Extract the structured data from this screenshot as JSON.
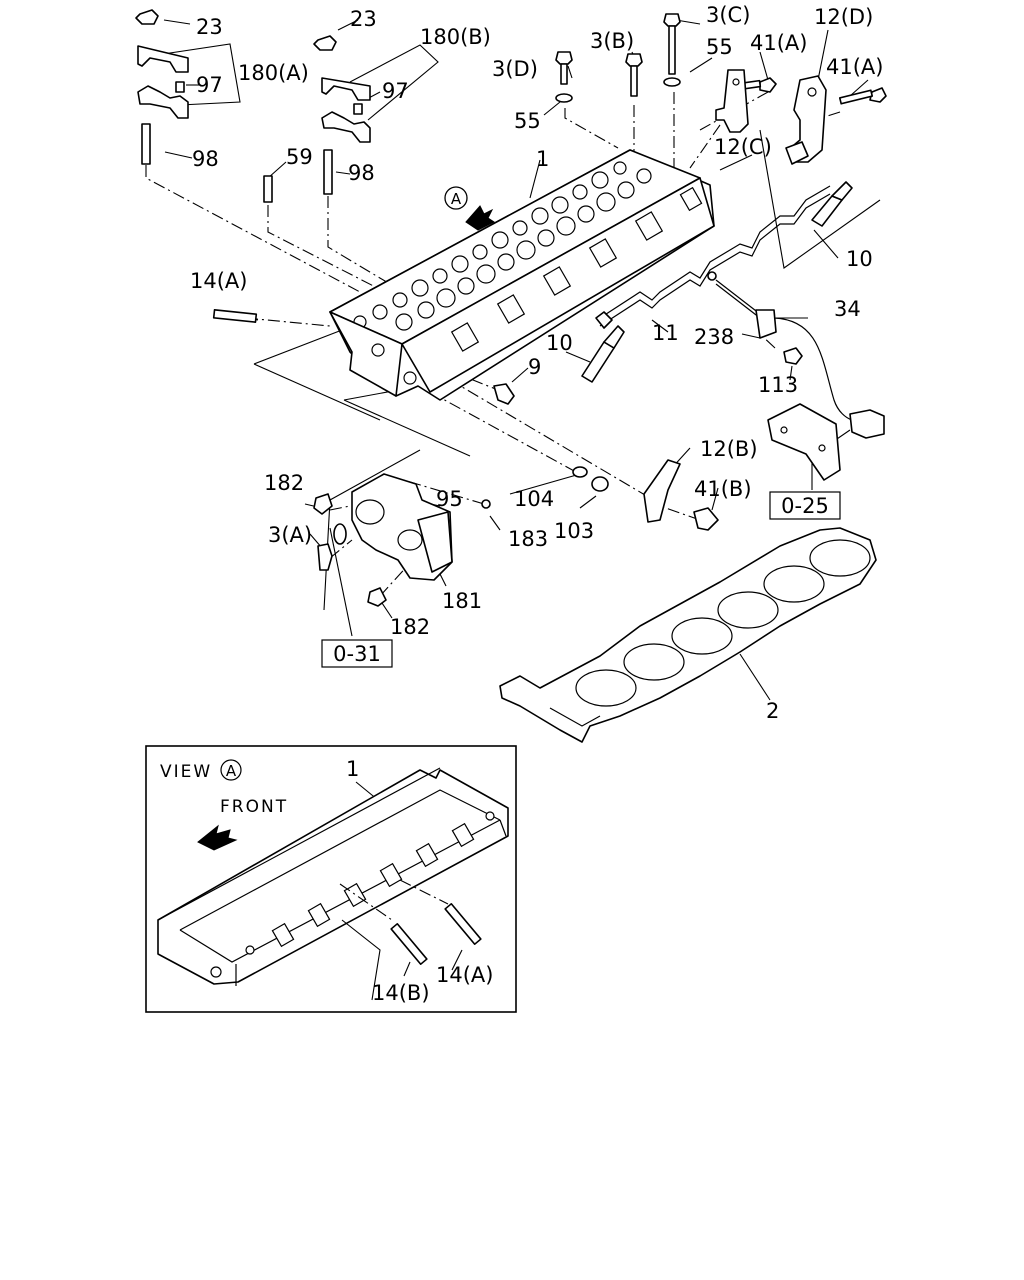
{
  "callouts": {
    "c23a": "23",
    "c23b": "23",
    "c180b": "180(B)",
    "c180a": "180(A)",
    "c97a": "97",
    "c97b": "97",
    "c98a": "98",
    "c98b": "98",
    "c59": "59",
    "c3c": "3(C)",
    "c3b": "3(B)",
    "c3d": "3(D)",
    "c55a": "55",
    "c55b": "55",
    "c41a1": "41(A)",
    "c41a2": "41(A)",
    "c12d": "12(D)",
    "c12c": "12(C)",
    "c1": "1",
    "c10a": "10",
    "c10b": "10",
    "c14a": "14(A)",
    "c11": "11",
    "c34": "34",
    "c238": "238",
    "c113": "113",
    "c9": "9",
    "c182a": "182",
    "c182b": "182",
    "c95": "95",
    "c104": "104",
    "c103": "103",
    "c183": "183",
    "c12b": "12(B)",
    "c41b": "41(B)",
    "c3a": "3(A)",
    "c181": "181",
    "c2": "2"
  },
  "references": {
    "ref025": "0-25",
    "ref031": "0-31"
  },
  "view_detail": {
    "view_label": "VIEW",
    "view_marker": "A",
    "front_label": "FRONT",
    "c1": "1",
    "c14b": "14(B)",
    "c14a": "14(A)"
  },
  "view_arrow_marker": "A"
}
